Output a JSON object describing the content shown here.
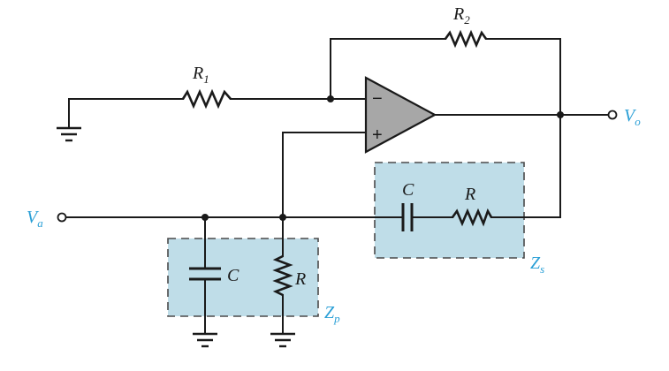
{
  "labels": {
    "R1": "R",
    "R1_sub": "1",
    "R2": "R",
    "R2_sub": "2",
    "Va": "V",
    "Va_sub": "a",
    "Vo": "V",
    "Vo_sub": "o",
    "Zs": "Z",
    "Zs_sub": "s",
    "Zp": "Z",
    "Zp_sub": "p",
    "Cs": "C",
    "Rs": "R",
    "Cp": "C",
    "Rp": "R",
    "minus": "−",
    "plus": "+"
  },
  "colors": {
    "box_fill": "#bfdde8",
    "opamp_fill": "#a7a7a7",
    "accent": "#2a9fd6"
  }
}
